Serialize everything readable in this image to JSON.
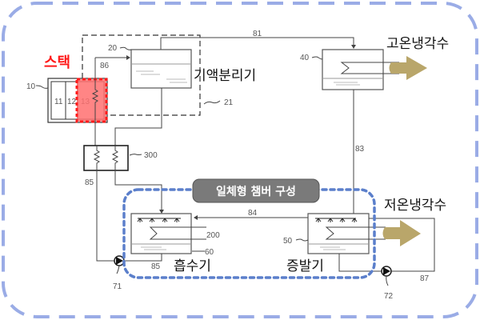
{
  "title_labels": {
    "stack": "스택",
    "gas_liquid_separator": "기액분리기",
    "high_temp_coolant": "고온냉각수",
    "low_temp_coolant": "저온냉각수",
    "absorber": "흡수기",
    "evaporator": "증발기",
    "integrated_chamber": "일체형 챔버 구성"
  },
  "component_numbers": {
    "stack": "10",
    "cell_11": "11",
    "cell_12": "12",
    "cell_13": "13",
    "separator": "20",
    "separator_enclosure": "21",
    "condenser": "40",
    "evaporator": "50",
    "absorber": "60",
    "absorber_coil": "200",
    "heat_exchanger": "300",
    "pump_71": "71",
    "pump_72": "72"
  },
  "line_numbers": {
    "l81": "81",
    "l83": "83",
    "l84": "84",
    "l85_left": "85",
    "l85_bottom": "85",
    "l86": "86",
    "l87": "87"
  },
  "colors": {
    "stack_highlight": "#ff7070",
    "stack_border": "#ff1a1a",
    "chamber_outline": "#5b7fcb",
    "outer_frame": "#9aace6",
    "coolant_arrow": "#b9a66a",
    "badge_bg": "#7a7a7a"
  }
}
